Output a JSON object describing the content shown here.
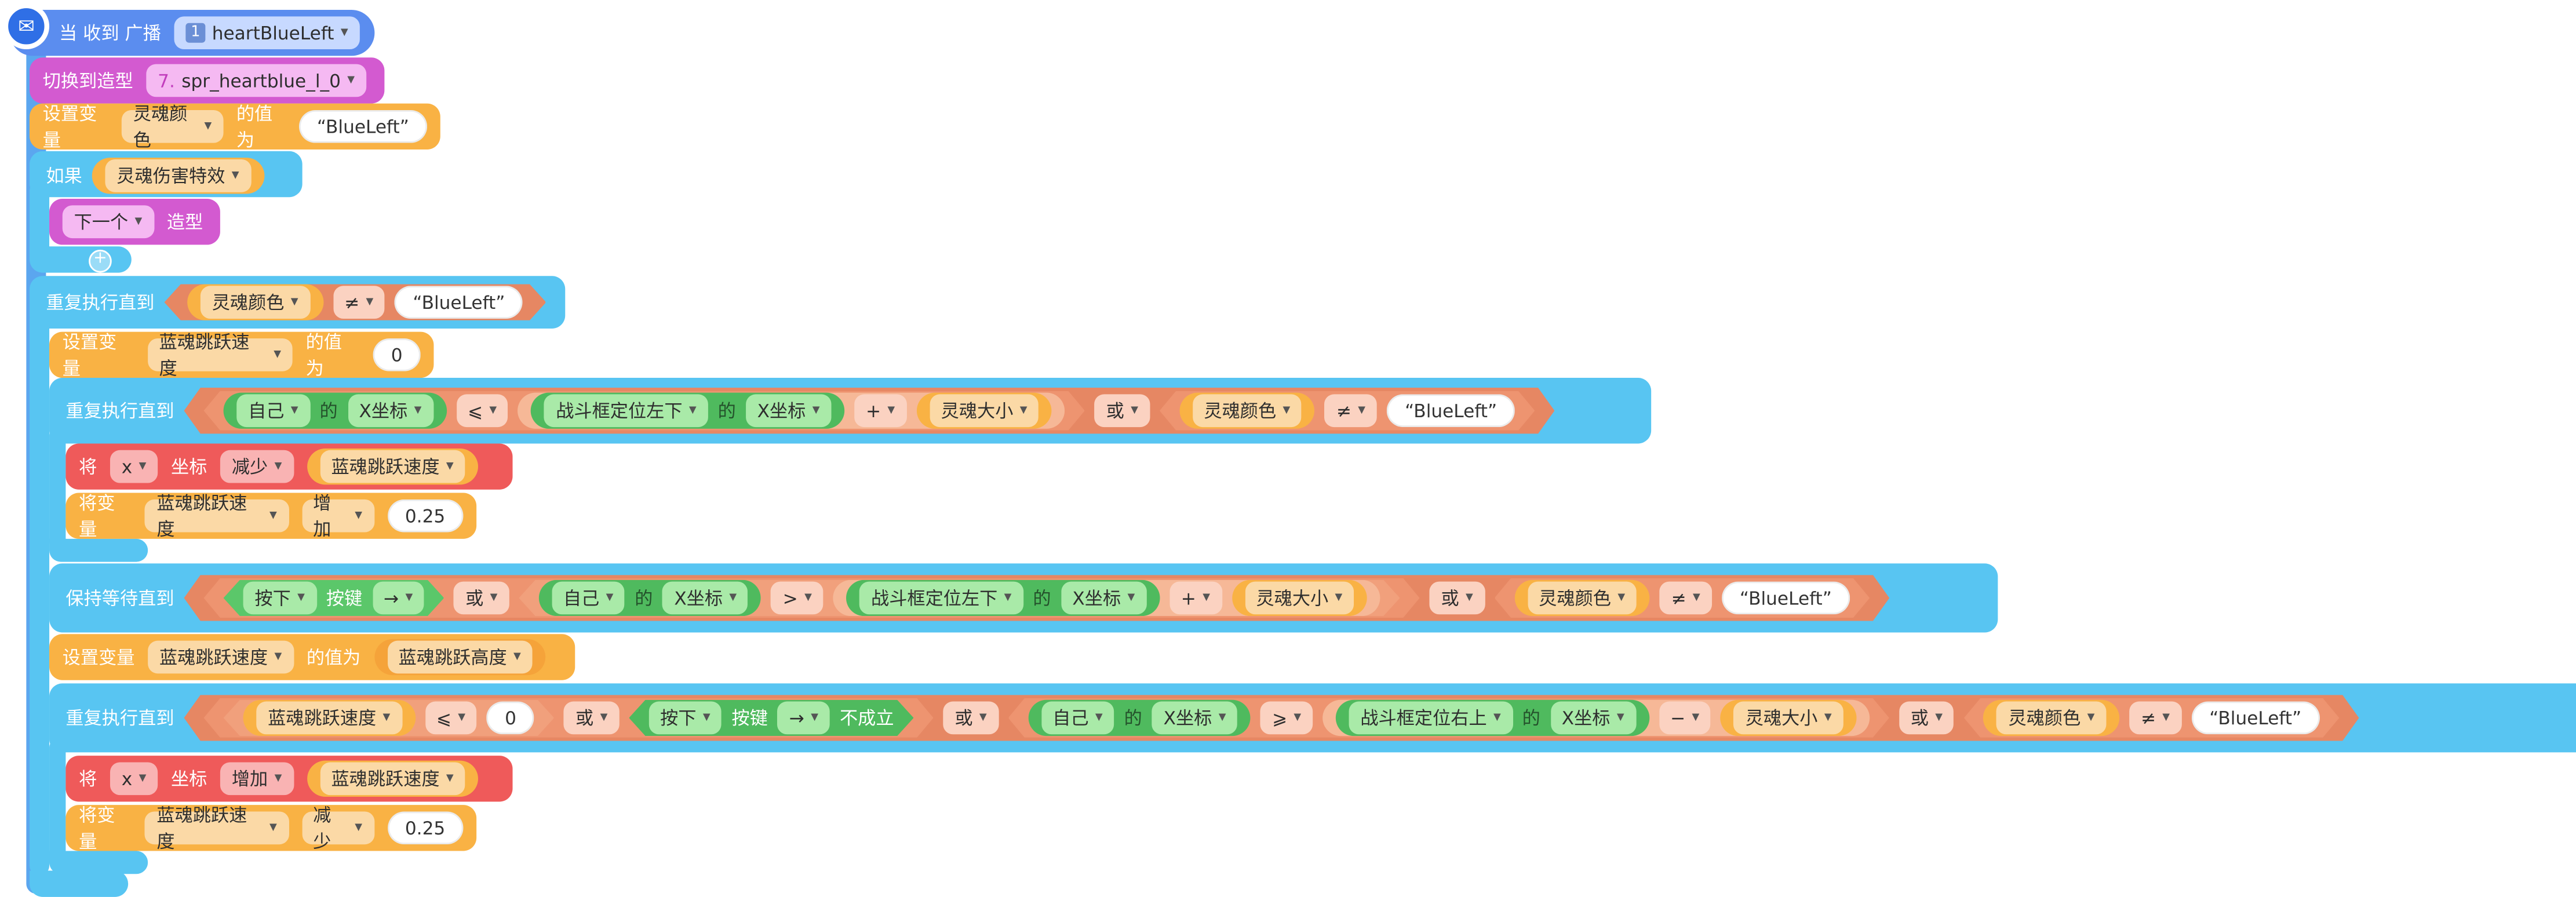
{
  "hat": {
    "label": "当 收到 广播",
    "msg_icon": "1",
    "message": "heartBlueLeft"
  },
  "b1": {
    "label": "切换到造型",
    "costume_num": "7.",
    "costume": "spr_heartblue_l_0"
  },
  "b2": {
    "label": "设置变量",
    "var": "灵魂颜色",
    "mid": "的值为",
    "value": "“BlueLeft”"
  },
  "if1": {
    "label": "如果",
    "cond": "灵魂伤害特效"
  },
  "b3": {
    "dd": "下一个",
    "label": "造型"
  },
  "rep1": {
    "label": "重复执行直到",
    "var": "灵魂颜色",
    "op": "≠",
    "value": "“BlueLeft”"
  },
  "b4": {
    "label": "设置变量",
    "var": "蓝魂跳跃速度",
    "mid": "的值为",
    "value": "0"
  },
  "rep2": {
    "label": "重复执行直到",
    "self": "自己",
    "of": "的",
    "xprop": "X坐标",
    "cmp": "⩽",
    "box": "战斗框定位左下",
    "of2": "的",
    "xprop2": "X坐标",
    "plus": "+",
    "size": "灵魂大小",
    "or": "或",
    "var": "灵魂颜色",
    "ne": "≠",
    "value": "“BlueLeft”"
  },
  "b5": {
    "label": "将",
    "axis": "x",
    "mid": "坐标",
    "op": "减少",
    "var": "蓝魂跳跃速度"
  },
  "b6": {
    "label": "将变量",
    "var": "蓝魂跳跃速度",
    "op": "增加",
    "value": "0.25"
  },
  "wait1": {
    "label": "保持等待直到",
    "press": "按下",
    "key_lbl": "按键",
    "key": "→",
    "or1": "或",
    "self": "自己",
    "of": "的",
    "xprop": "X坐标",
    "cmp": ">",
    "box": "战斗框定位左下",
    "of2": "的",
    "xprop2": "X坐标",
    "plus": "+",
    "size": "灵魂大小",
    "or2": "或",
    "var": "灵魂颜色",
    "ne": "≠",
    "value": "“BlueLeft”"
  },
  "b7": {
    "label": "设置变量",
    "var": "蓝魂跳跃速度",
    "mid": "的值为",
    "value": "蓝魂跳跃高度"
  },
  "rep3": {
    "label": "重复执行直到",
    "var1": "蓝魂跳跃速度",
    "cmp1": "⩽",
    "zero": "0",
    "or1": "或",
    "press": "按下",
    "key_lbl": "按键",
    "key": "→",
    "not": "不成立",
    "or2": "或",
    "self": "自己",
    "of": "的",
    "xprop": "X坐标",
    "cmp2": "⩾",
    "box": "战斗框定位右上",
    "of2": "的",
    "xprop2": "X坐标",
    "minus": "−",
    "size": "灵魂大小",
    "or3": "或",
    "var2": "灵魂颜色",
    "ne": "≠",
    "value": "“BlueLeft”"
  },
  "b8": {
    "label": "将",
    "axis": "x",
    "mid": "坐标",
    "op": "增加",
    "var": "蓝魂跳跃速度"
  },
  "b9": {
    "label": "将变量",
    "var": "蓝魂跳跃速度",
    "op": "减少",
    "value": "0.25"
  },
  "colors": {
    "event": "#5b8def",
    "looks": "#d35ad0",
    "variables": "#f9b244",
    "control": "#58c5f2",
    "motion": "#ef5a5a",
    "sensing": "#5bc76a",
    "operators": "#f1a07c"
  }
}
